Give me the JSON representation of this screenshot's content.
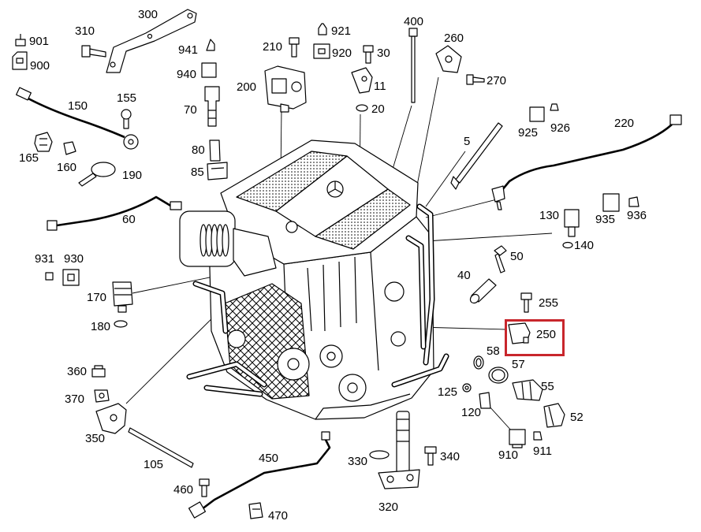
{
  "diagram": {
    "callouts": [
      "300",
      "310",
      "901",
      "900",
      "150",
      "155",
      "165",
      "160",
      "190",
      "60",
      "931",
      "930",
      "170",
      "180",
      "360",
      "370",
      "350",
      "105",
      "460",
      "470",
      "450",
      "330",
      "340",
      "320",
      "400",
      "260",
      "270",
      "210",
      "200",
      "921",
      "920",
      "30",
      "11",
      "20",
      "941",
      "940",
      "70",
      "80",
      "85",
      "5",
      "925",
      "926",
      "220",
      "130",
      "935",
      "936",
      "140",
      "50",
      "40",
      "255",
      "250",
      "58",
      "57",
      "55",
      "125",
      "120",
      "52",
      "910",
      "911"
    ]
  },
  "colors": {
    "line": "#000000",
    "highlight": "#c8262c",
    "background": "#ffffff"
  }
}
